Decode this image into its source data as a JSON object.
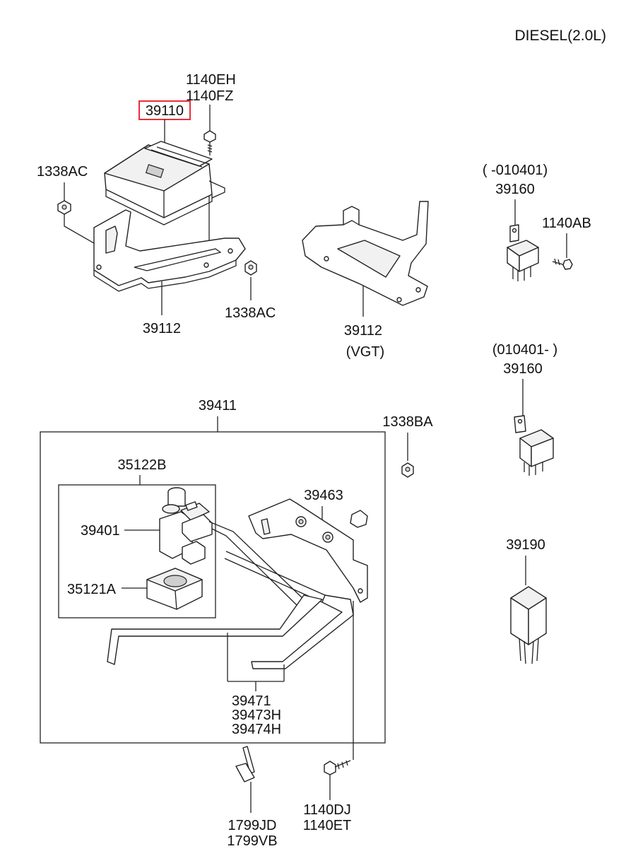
{
  "engine_label": "DIESEL(2.0L)",
  "labels": {
    "ecu_bolt_a": "1140EH",
    "ecu_bolt_b": "1140FZ",
    "ecu": "39110",
    "nut_left": "1338AC",
    "bracket": "39112",
    "nut_right": "1338AC",
    "bracket_vgt": "39112",
    "bracket_vgt_note": "(VGT)",
    "relay_a_range": "( -010401)",
    "relay_a": "39160",
    "relay_bolt": "1140AB",
    "relay_b_range": "(010401- )",
    "relay_b": "39160",
    "assembly": "39411",
    "nut_assembly": "1338BA",
    "valve_kit": "35122B",
    "valve": "39401",
    "valve_cover": "35121A",
    "valve_bracket": "39463",
    "hose_a": "39471",
    "hose_b": "39473H",
    "hose_c": "39474H",
    "tie_a": "1799JD",
    "tie_b": "1799VB",
    "bolt_a": "1140DJ",
    "bolt_b": "1140ET",
    "module": "39190"
  },
  "highlight": {
    "part": "39110",
    "color": "#e8303a"
  }
}
